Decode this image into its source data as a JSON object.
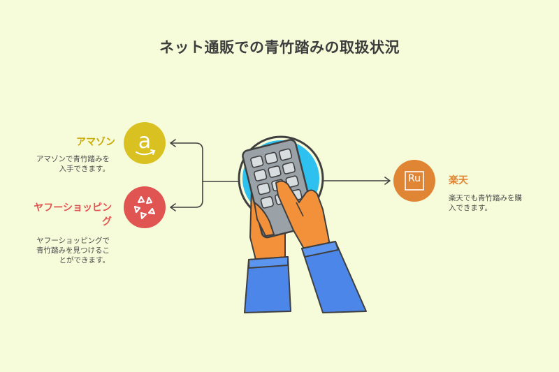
{
  "title": "ネット通販での青竹踏みの取扱状況",
  "colors": {
    "background": "#f6fcd9",
    "amazon": "#d9c121",
    "yahoo": "#e05452",
    "rakuten": "#e08533",
    "hub": "#2ec1f0"
  },
  "items": [
    {
      "name": "アマゾン",
      "description_lines": [
        "アマゾンで青竹踏みを",
        "入手できます。"
      ],
      "icon": "amazon-logo-icon"
    },
    {
      "name_lines": [
        "ヤフーショッピン",
        "グ"
      ],
      "description_lines": [
        "ヤフーショッピングで",
        "青竹踏みを見つけるこ",
        "とができます。"
      ],
      "icon": "yahoo-shopping-logo-icon"
    },
    {
      "name": "楽天",
      "description_lines": [
        "楽天でも青竹踏みを購",
        "入できます。"
      ],
      "icon": "rakuten-logo-icon",
      "icon_text": "Ru"
    }
  ],
  "hub_icon": "hands-holding-phone-icon"
}
